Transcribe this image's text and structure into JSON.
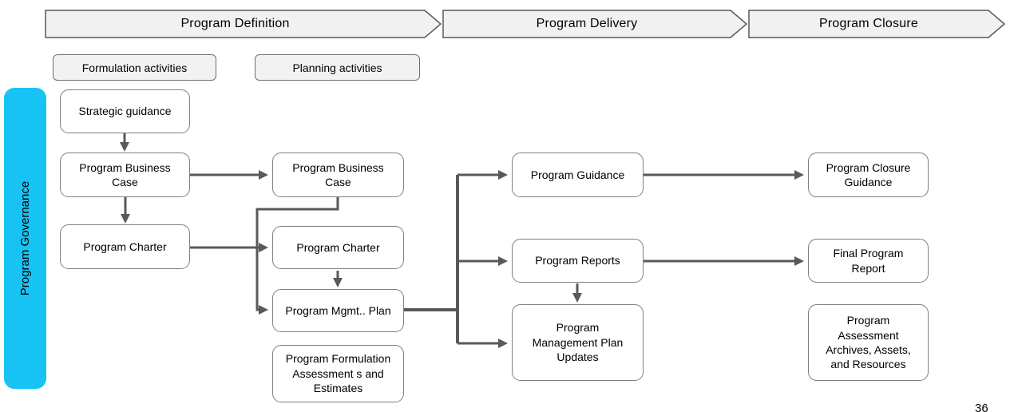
{
  "page_number": "36",
  "colors": {
    "governance_bar": "#17c3f5",
    "banner_fill": "#f1f1f2",
    "banner_border": "#58595b",
    "box_fill": "#ffffff",
    "box_border": "#7f7f7f",
    "connector": "#595959",
    "text": "#000000"
  },
  "governance": {
    "label": "Program Governance"
  },
  "phases": [
    {
      "label": "Program Definition"
    },
    {
      "label": "Program Delivery"
    },
    {
      "label": "Program Closure"
    }
  ],
  "activity_groups": [
    {
      "label": "Formulation activities"
    },
    {
      "label": "Planning activities"
    }
  ],
  "nodes": {
    "strategic_guidance": {
      "label": "Strategic guidance"
    },
    "business_case_formulation": {
      "label": "Program Business Case"
    },
    "charter_formulation": {
      "label": "Program Charter"
    },
    "business_case_planning": {
      "label": "Program Business Case"
    },
    "charter_planning": {
      "label": "Program Charter"
    },
    "mgmt_plan": {
      "label": "Program Mgmt.. Plan"
    },
    "formulation_assessments": {
      "label": "Program Formulation Assessment s and Estimates"
    },
    "program_guidance": {
      "label": "Program  Guidance"
    },
    "program_reports": {
      "label": "Program Reports"
    },
    "mgmt_plan_updates": {
      "label": "Program Management Plan Updates"
    },
    "closure_guidance": {
      "label": "Program Closure Guidance"
    },
    "final_report": {
      "label": "Final Program Report"
    },
    "assessment_archives": {
      "label": "Program Assessment Archives, Assets, and Resources"
    }
  },
  "connections": [
    "strategic_guidance -> business_case_formulation",
    "business_case_formulation -> charter_formulation",
    "business_case_formulation -> business_case_planning",
    "charter_formulation -> charter_planning",
    "business_case_planning -> mgmt_plan",
    "charter_planning -> mgmt_plan",
    "mgmt_plan -> program_guidance",
    "mgmt_plan -> program_reports",
    "mgmt_plan -> mgmt_plan_updates",
    "program_reports -> mgmt_plan_updates",
    "program_guidance -> closure_guidance",
    "program_reports -> final_report"
  ]
}
